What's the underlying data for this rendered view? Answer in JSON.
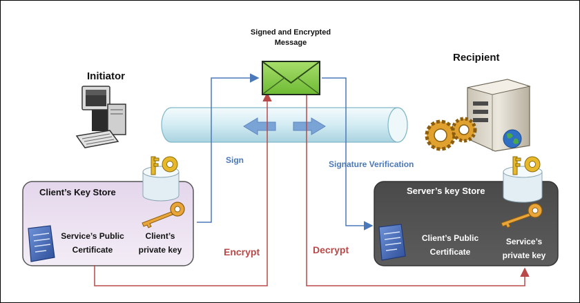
{
  "header": {
    "message_title": "Signed and Encrypted",
    "message_subtitle": "Message",
    "initiator": "Initiator",
    "recipient": "Recipient"
  },
  "flow": {
    "sign": "Sign",
    "signature_verification": "Signature Verification",
    "encrypt": "Encrypt",
    "decrypt": "Decrypt"
  },
  "client_store": {
    "title": "Client’s Key Store",
    "cert_line1": "Service’s Public",
    "cert_line2": "Certificate",
    "key_line1": "Client’s",
    "key_line2": "private key"
  },
  "server_store": {
    "title": "Server’s key Store",
    "cert_line1": "Client’s Public",
    "cert_line2": "Certificate",
    "key_line1": "Service’s",
    "key_line2": "private key"
  },
  "colors": {
    "sign_flow": "#4a78b8",
    "encrypt_flow": "#b94848",
    "client_store_fill": "#e8dcee",
    "server_store_fill": "#4f4f4f",
    "envelope": "#8fd14f"
  }
}
